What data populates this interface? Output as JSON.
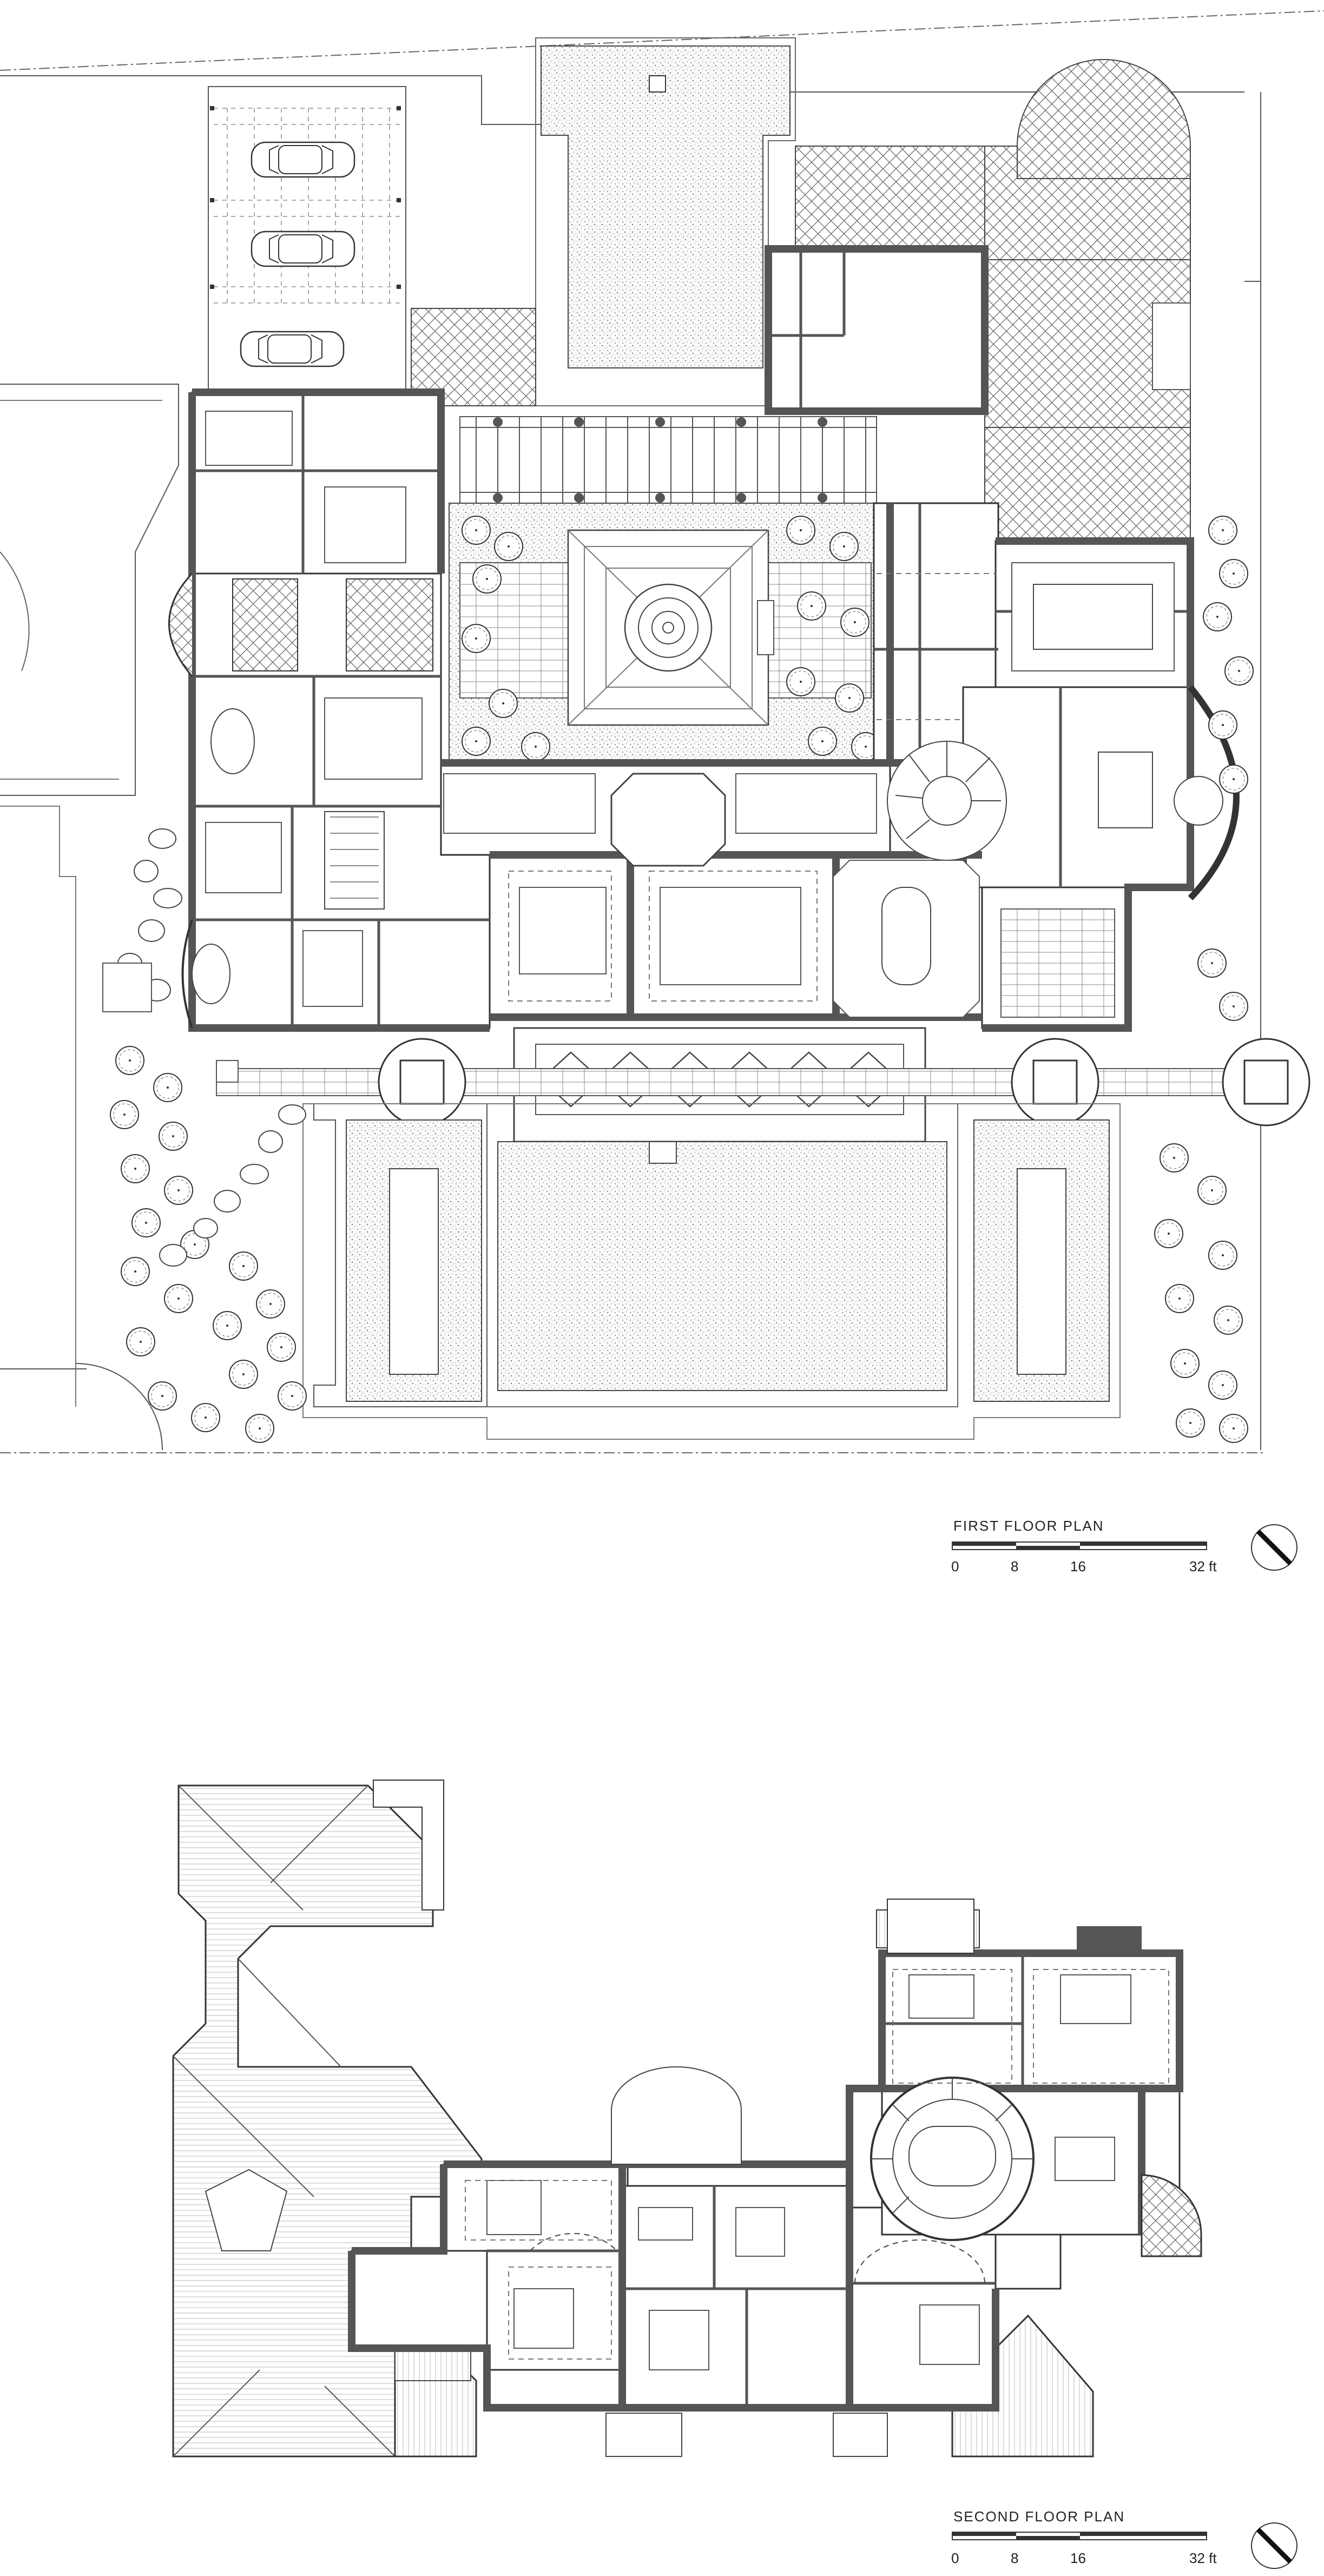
{
  "plans": [
    {
      "title": "FIRST FLOOR PLAN",
      "scale_ticks": [
        "0",
        "8",
        "16",
        "32 ft"
      ]
    },
    {
      "title": "SECOND FLOOR PLAN",
      "scale_ticks": [
        "0",
        "8",
        "16",
        "32 ft"
      ]
    }
  ],
  "icons": [
    "north-arrow-icon",
    "car-icon",
    "tree-icon"
  ]
}
